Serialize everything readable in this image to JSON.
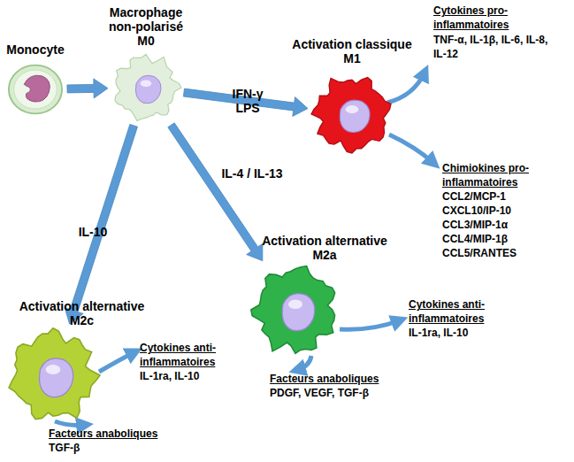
{
  "diagram": {
    "nodes": [
      {
        "text": [
          "Monocyte"
        ]
      },
      {
        "text": [
          "Macrophage non-polarisé M0"
        ]
      },
      {
        "text": [
          "Activation classique M1"
        ]
      },
      {
        "text": [
          "Activation alternative M2a"
        ]
      },
      {
        "text": [
          "Activation alternative M2c"
        ]
      }
    ],
    "edges": [
      {
        "from": 0,
        "to": 1,
        "arrow": "to"
      },
      {
        "from": 1,
        "to": 2,
        "label": "IFN-γ LPS",
        "arrow": "to"
      },
      {
        "from": 1,
        "to": 3,
        "label": "IL-4 / IL-13",
        "arrow": "to"
      },
      {
        "from": 1,
        "to": 4,
        "label": "IL-10",
        "arrow": "to"
      }
    ],
    "labels": [
      "Cytokines pro-inflammatoires",
      "TNF-α, IL-1β, IL-6, IL-8, IL-12",
      "Chimiokines pro-inflammatoires",
      "CCL2/MCP-1",
      "CXCL10/IP-10",
      "CCL3/MIP-1α",
      "CCL4/MIP-1β",
      "CCL5/RANTES",
      "Cytokines anti-inflammatoires",
      "IL-1ra, IL-10",
      "Facteurs anaboliques",
      "PDGF, VEGF, TGF-β",
      "Cytokines anti-inflammatoires",
      "IL-1ra, IL-10",
      "Facteurs anaboliques",
      "TGF-β"
    ]
  }
}
